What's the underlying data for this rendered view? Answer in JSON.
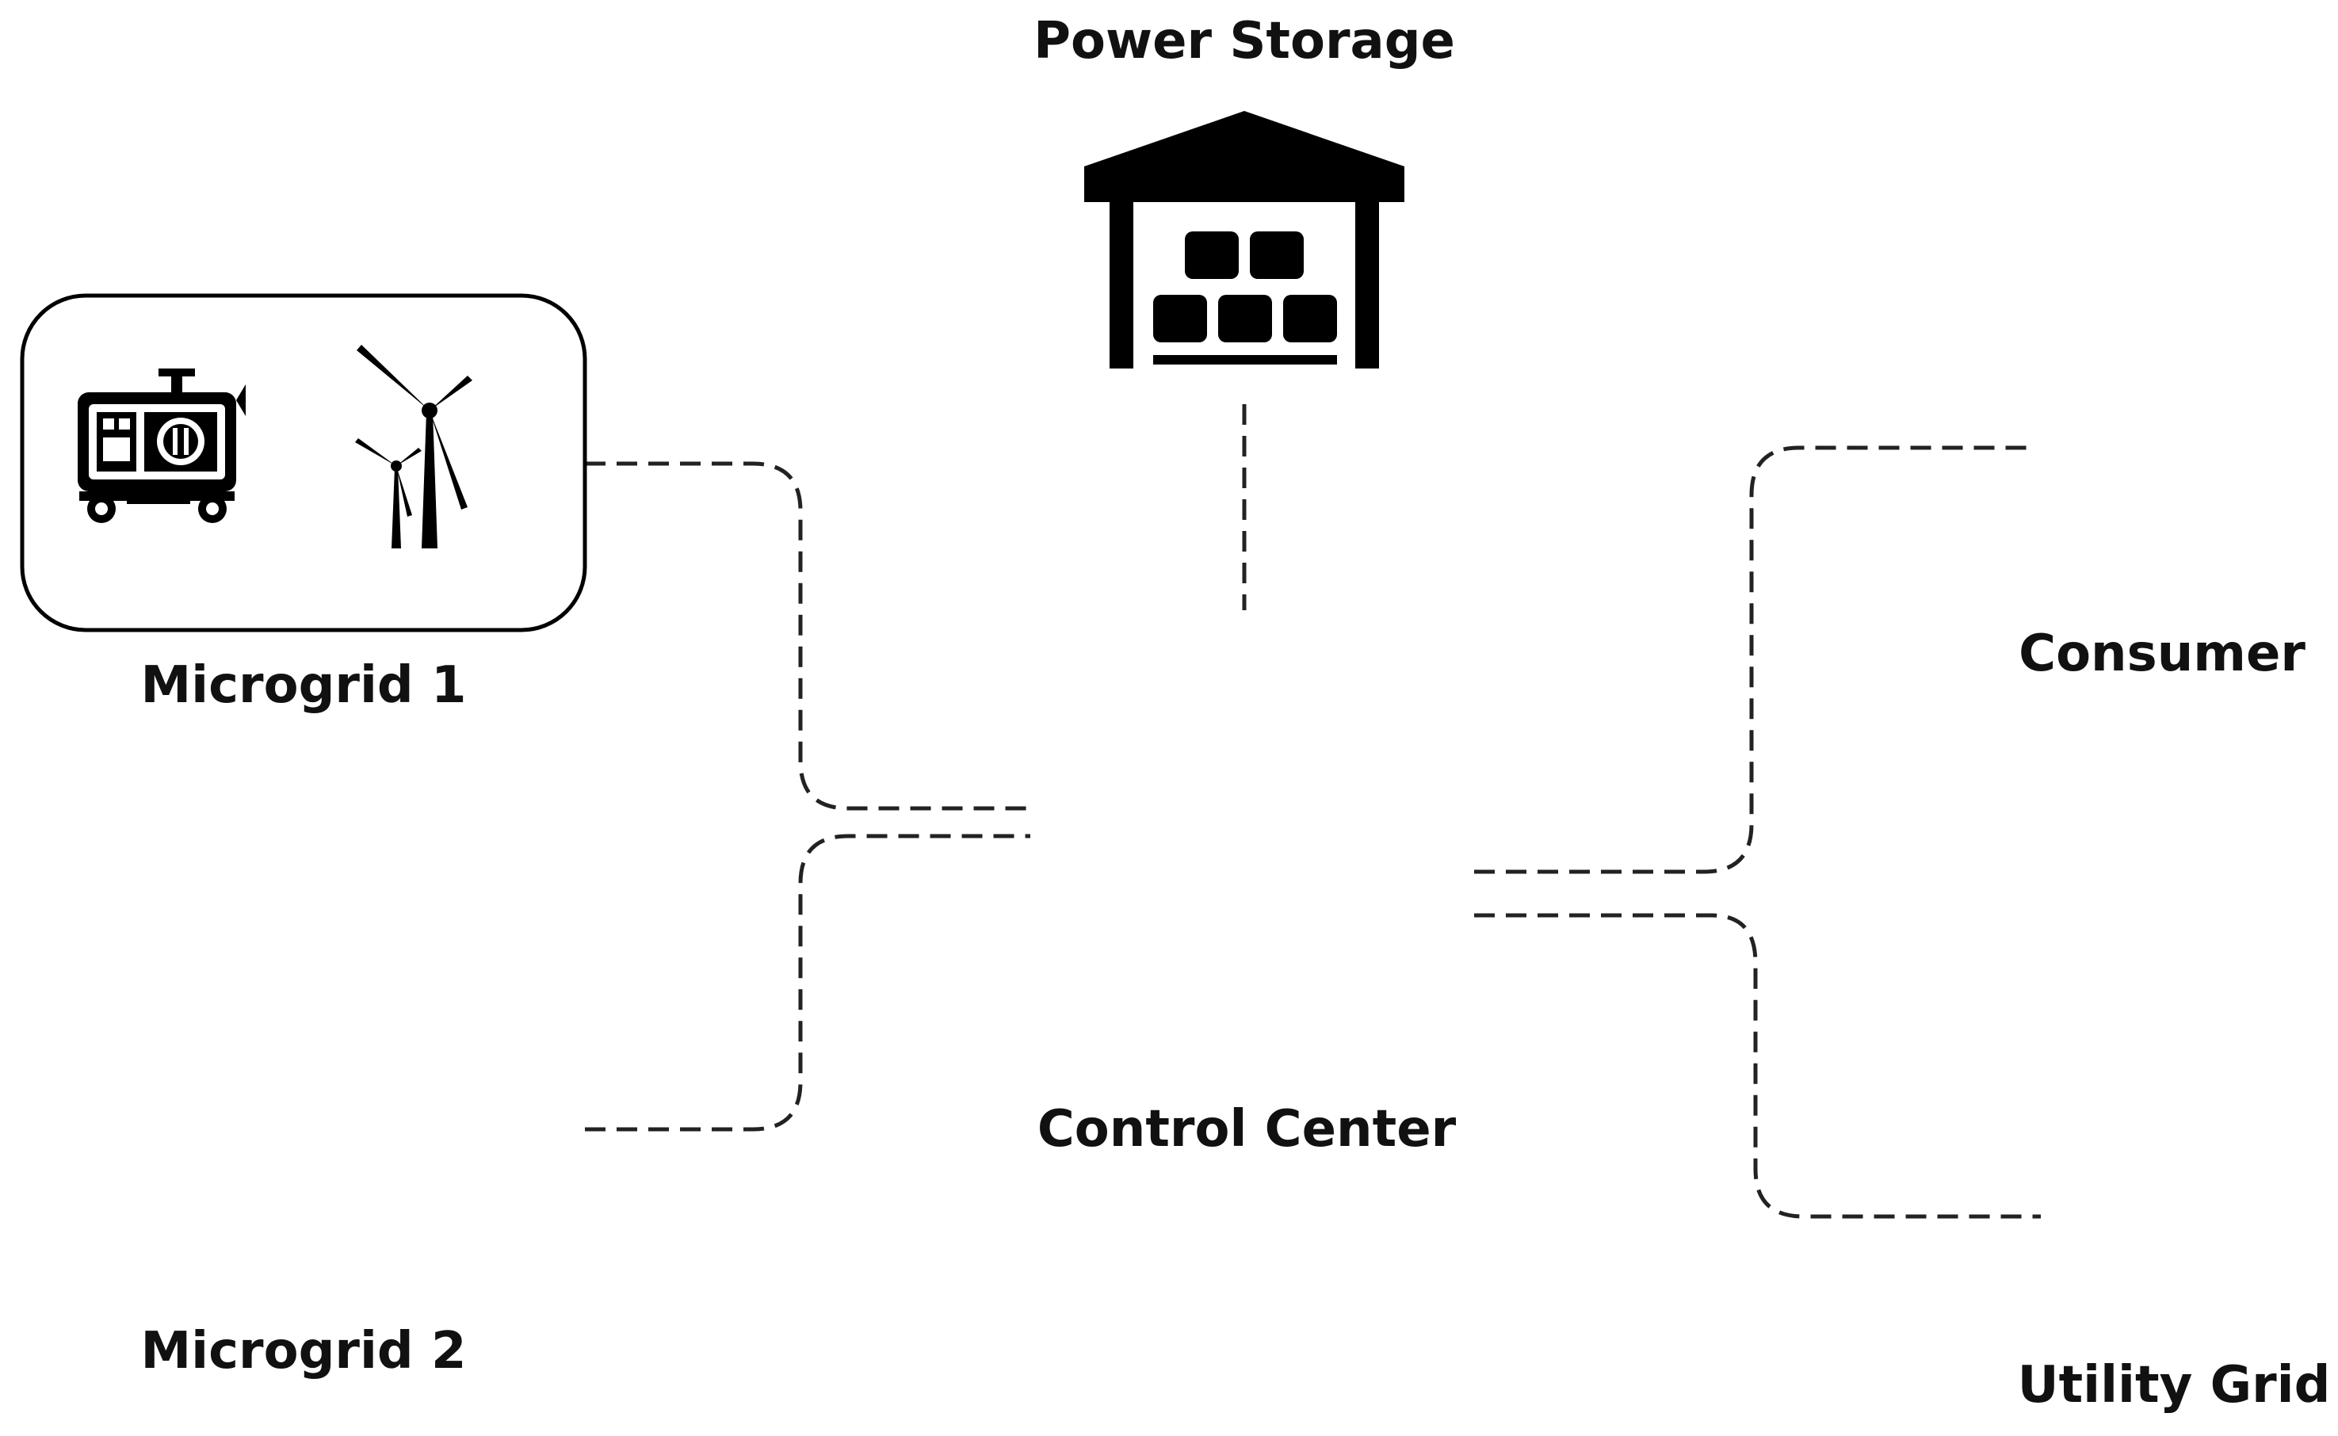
{
  "nodes": {
    "power_storage": {
      "label": "Power Storage"
    },
    "microgrid_1": {
      "label": "Microgrid 1"
    },
    "microgrid_2": {
      "label": "Microgrid 2"
    },
    "control_center": {
      "label": "Control Center"
    },
    "consumer": {
      "label": "Consumer"
    },
    "utility_grid": {
      "label": "Utility Grid"
    }
  },
  "icons": {
    "power_storage": "warehouse-icon",
    "microgrid_1": [
      "generator-icon",
      "wind-turbine-icon"
    ],
    "microgrid_2": [
      "power-plant-icon",
      "solar-panel-icon"
    ],
    "control_center": "substation-icon",
    "consumer": "solar-house-icon",
    "utility_grid": "transmission-towers-icon"
  },
  "colors": {
    "ink": "#000000",
    "background": "#ffffff"
  }
}
